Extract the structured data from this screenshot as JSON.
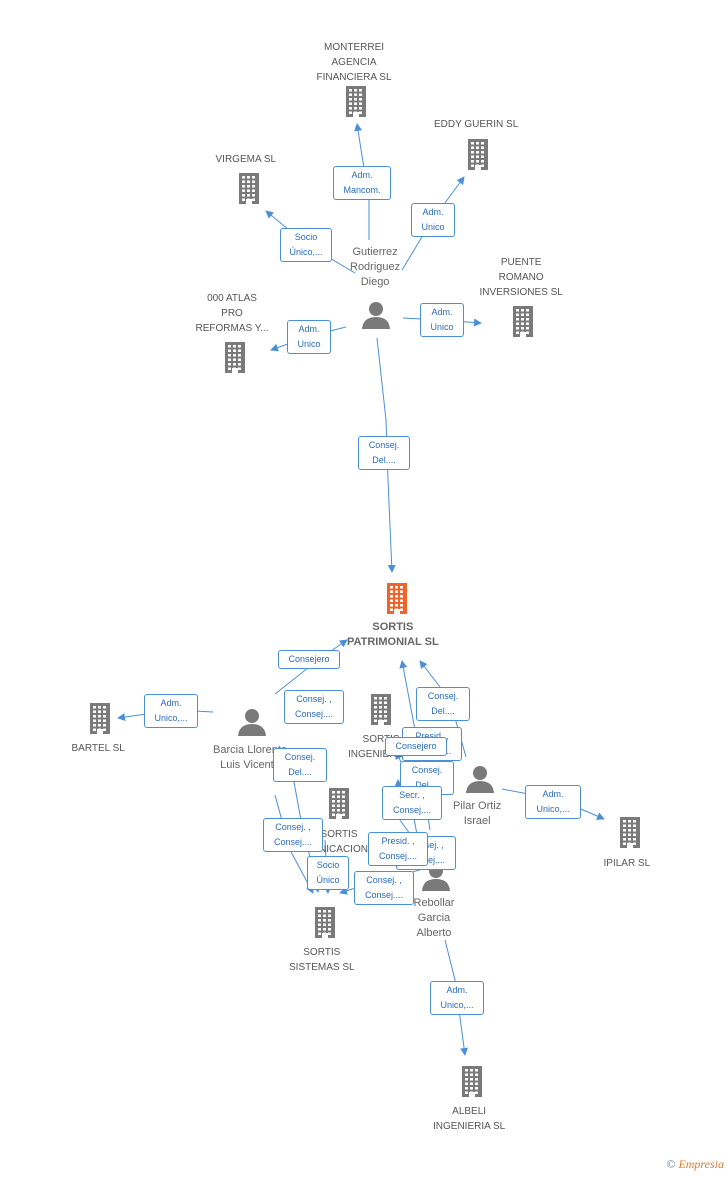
{
  "colors": {
    "accent": "#2a6cb8",
    "line": "#4a90d9",
    "building": "#7a7a7a",
    "main_building": "#f0642a",
    "person": "#7a7a7a"
  },
  "copyright": {
    "symbol": "©",
    "brand": "Empresia"
  },
  "companies": [
    {
      "id": "monterrei",
      "lines": [
        "MONTERREI",
        "AGENCIA",
        "FINANCIERA  SL"
      ]
    },
    {
      "id": "eddy",
      "lines": [
        "EDDY GUERIN SL"
      ]
    },
    {
      "id": "virgema",
      "lines": [
        "VIRGEMA  SL"
      ]
    },
    {
      "id": "puente",
      "lines": [
        "PUENTE",
        "ROMANO",
        "INVERSIONES SL"
      ]
    },
    {
      "id": "atlas",
      "lines": [
        "000 ATLAS",
        "PRO",
        "REFORMAS Y..."
      ]
    },
    {
      "id": "sortis_patrimonial",
      "lines": [
        "SORTIS",
        "PATRIMONIAL SL"
      ],
      "main": true
    },
    {
      "id": "bartel",
      "lines": [
        "BARTEL SL"
      ]
    },
    {
      "id": "sortis_ing",
      "lines": [
        "SORTIS",
        "INGENIERIA..."
      ]
    },
    {
      "id": "sortis_com",
      "lines": [
        "SORTIS",
        "COMUNICACIONES..."
      ]
    },
    {
      "id": "ipilar",
      "lines": [
        "IPILAR SL"
      ]
    },
    {
      "id": "sortis_sistemas",
      "lines": [
        "SORTIS",
        "SISTEMAS SL"
      ]
    },
    {
      "id": "albeli",
      "lines": [
        "ALBELI",
        "INGENIERIA SL"
      ]
    }
  ],
  "persons": [
    {
      "id": "gutierrez",
      "lines": [
        "Gutierrez",
        "Rodriguez",
        "Diego"
      ]
    },
    {
      "id": "barcia",
      "lines": [
        "Barcia Llorente",
        "Luis Vicente"
      ]
    },
    {
      "id": "pilar",
      "lines": [
        "Pilar Ortiz",
        "Israel"
      ]
    },
    {
      "id": "rebollar",
      "lines": [
        "Rebollar",
        "Garcia",
        "Alberto"
      ]
    }
  ],
  "relations": [
    {
      "id": "r_monterrei",
      "lines": [
        "Adm.",
        "Mancom."
      ]
    },
    {
      "id": "r_eddy",
      "lines": [
        "Adm.",
        "Unico"
      ]
    },
    {
      "id": "r_virgema",
      "lines": [
        "Socio",
        "Único,..."
      ]
    },
    {
      "id": "r_puente",
      "lines": [
        "Adm.",
        "Unico"
      ]
    },
    {
      "id": "r_atlas",
      "lines": [
        "Adm.",
        "Unico"
      ]
    },
    {
      "id": "r_gut_sortis",
      "lines": [
        "Consej.",
        "Del...."
      ]
    },
    {
      "id": "r_bartel",
      "lines": [
        "Adm.",
        "Unico,..."
      ]
    },
    {
      "id": "r_barcia_consejero",
      "lines": [
        "Consejero"
      ]
    },
    {
      "id": "r_barcia_consej1",
      "lines": [
        "Consej. ,",
        "Consej...."
      ]
    },
    {
      "id": "r_barcia_del",
      "lines": [
        "Consej.",
        "Del...."
      ]
    },
    {
      "id": "r_barcia_consej2",
      "lines": [
        "Consej. ,",
        "Consej...."
      ]
    },
    {
      "id": "r_socio",
      "lines": [
        "Socio",
        "Único"
      ]
    },
    {
      "id": "r_pilar_del",
      "lines": [
        "Consej.",
        "Del...."
      ]
    },
    {
      "id": "r_presid_back",
      "lines": [
        "Presid. ,",
        "Consej...."
      ]
    },
    {
      "id": "r_consejero2",
      "lines": [
        "Consejero"
      ]
    },
    {
      "id": "r_consej_del2",
      "lines": [
        "Consej.",
        "Del...."
      ]
    },
    {
      "id": "r_secr",
      "lines": [
        "Secr. ,",
        "Consej...."
      ]
    },
    {
      "id": "r_consej_back",
      "lines": [
        "Consej. ,",
        "Consej...."
      ]
    },
    {
      "id": "r_presid",
      "lines": [
        "Presid. ,",
        "Consej...."
      ]
    },
    {
      "id": "r_consej3",
      "lines": [
        "Consej. ,",
        "Consej...."
      ]
    },
    {
      "id": "r_ipilar",
      "lines": [
        "Adm.",
        "Unico,..."
      ]
    },
    {
      "id": "r_albeli",
      "lines": [
        "Adm.",
        "Unico,..."
      ]
    }
  ]
}
